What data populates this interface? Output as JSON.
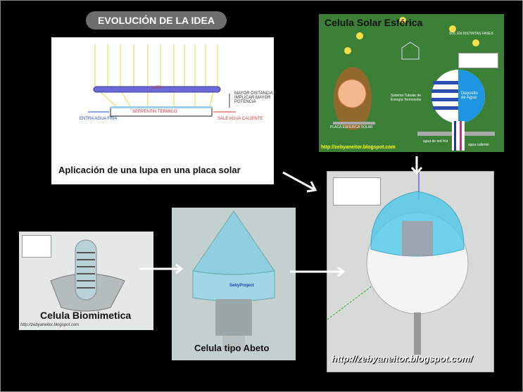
{
  "title": "EVOLUCIÓN DE LA IDEA",
  "lupa_panel": {
    "caption": "Aplicación de una lupa en una placa solar",
    "lens_label": "LUPA",
    "coil_label": "SERPENTIN TERMICO",
    "inlet_label": "ENTRA AGUA FRIA",
    "outlet_label": "SALE AGUA CALIENTE",
    "distance_note": "MAYOR DISTANCIA IMPLICAR MAYOR POTENCIA"
  },
  "spherical_panel": {
    "title": "Celula Solar Esférica",
    "sun_label": "SOL EN DISTINTAS FASES",
    "tube_label": "Sistema Tubular de Energía Termosolar",
    "tank_label": "Deposito de Agua",
    "plate_label": "PLACA ESFERICA SOLAR",
    "cold_label": "agua de red fría",
    "hot_label": "agua caliente",
    "url": "http://zebyaneitor.blogspot.com"
  },
  "bio_panel": {
    "caption": "Celula Biomimetica",
    "url": "http://zebyaneitor.blogspot.com"
  },
  "abeto_panel": {
    "caption": "Celula tipo Abeto",
    "brand": "SebyProject"
  },
  "final_panel": {
    "url": "http://zebyaneitor.blogspot.com/"
  },
  "colors": {
    "green_bg": "#3c7f37",
    "pill": "#6e6e6e",
    "dome": "#3cc8e8"
  }
}
